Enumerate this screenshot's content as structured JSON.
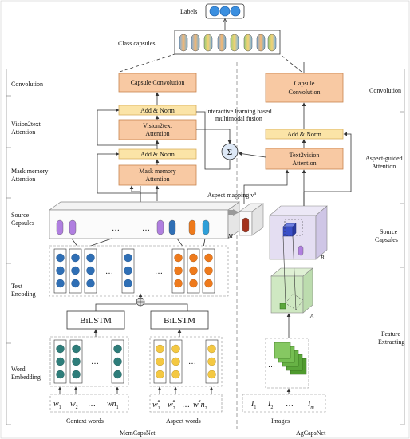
{
  "labels_title": "Labels",
  "class_capsules_title": "Class capsules",
  "left_stages": {
    "convolution": "Convolution",
    "vision2text_attention": [
      "Vision2text",
      "Attention"
    ],
    "mask_memory_attention": [
      "Mask memory",
      "Attention"
    ],
    "source_capsules": [
      "Source",
      "Capsules"
    ],
    "text_encoding": [
      "Text",
      "Encoding"
    ],
    "word_embedding": [
      "Word",
      "Embedding"
    ]
  },
  "right_stages": {
    "convolution": "Convolution",
    "aspect_guided_attention": [
      "Aspect-guided",
      "Attention"
    ],
    "source_capsules": [
      "Source",
      "Capsules"
    ],
    "feature_extracting": [
      "Feature",
      "Extracting"
    ]
  },
  "boxes": {
    "capsule_convolution_left": "Capsule Convolution",
    "capsule_convolution_right": [
      "Capsule",
      "Convolution"
    ],
    "add_norm": "Add & Norm",
    "vision2text_attention": [
      "Vision2text",
      "Attention"
    ],
    "mask_memory_attention": [
      "Mask memory",
      "Attention"
    ],
    "text2vision_attention": [
      "Text2vision",
      "Attention"
    ],
    "bilstm": "BiLSTM"
  },
  "interactive_note": [
    "Interactive learning based",
    "multimodal fusion"
  ],
  "sum_symbol": "Σ",
  "aspect_mapping": "Aspect mapping v",
  "aspect_mapping_sup": "a",
  "m_label": "M",
  "a_label": "A",
  "b_label": "B",
  "dots": "…",
  "context_words": {
    "caption": "Context words",
    "tokens": [
      {
        "base": "w",
        "sub": "1"
      },
      {
        "base": "w",
        "sub": "2"
      },
      {
        "base": "…",
        "sub": ""
      },
      {
        "base": "wn",
        "sub": "1"
      }
    ]
  },
  "aspect_words": {
    "caption": "Aspect words",
    "tokens": [
      {
        "base": "w",
        "sup": "a",
        "sub": "1"
      },
      {
        "base": "w",
        "sup": "a",
        "sub": "2"
      },
      {
        "base": "…",
        "sup": "",
        "sub": ""
      },
      {
        "base": "w",
        "sup": "a",
        "sub": "",
        "tail": "n",
        "tail_sub": "2"
      }
    ]
  },
  "images": {
    "caption": "Images",
    "tokens": [
      {
        "base": "I",
        "sub": "1"
      },
      {
        "base": "I",
        "sub": "2"
      },
      {
        "base": "…",
        "sub": ""
      },
      {
        "base": "I",
        "sub": "m"
      }
    ]
  },
  "bottom_left_title": "MemCapsNet",
  "bottom_right_title": "AgCapsNet",
  "colors": {
    "box_fill": "#f8c9a3",
    "box_stroke": "#c8844e",
    "norm_fill": "#fbe4a7",
    "norm_stroke": "#d9b060",
    "blue": "#2f6fb5",
    "orange": "#ee7a1c",
    "teal": "#2e7d7a",
    "yellow": "#f4c842",
    "purple": "#b07fe0",
    "red": "#a3321c",
    "green": "#5aa63a",
    "cube": "#d8d0ec",
    "cube_green": "#cfe8c2"
  }
}
